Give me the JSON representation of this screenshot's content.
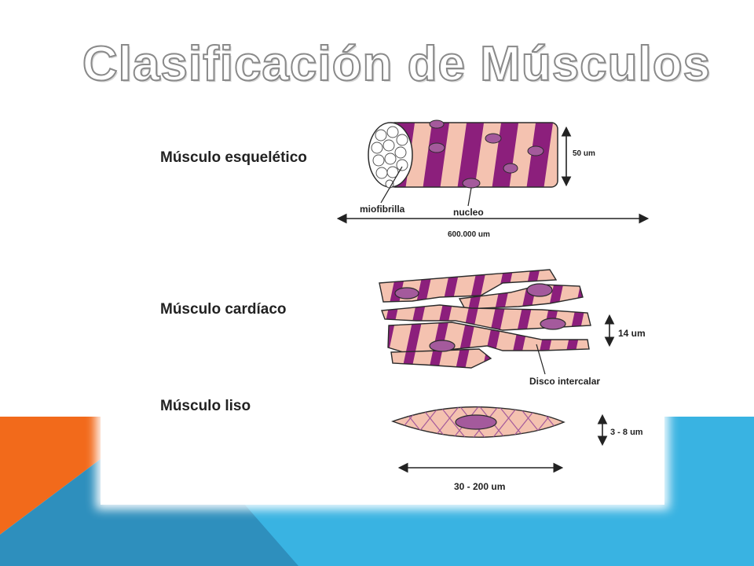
{
  "slide": {
    "title": "Clasificación de Músculos",
    "accent_orange": "#f26a1b",
    "accent_blue": "#39b3e2",
    "accent_blue_dark": "#2e8fbd"
  },
  "skeletal": {
    "label": "Músculo esquelético",
    "diameter": "50 um",
    "length": "600.000 um",
    "myofibril_label": "miofibrilla",
    "nucleus_label": "nucleo"
  },
  "cardiac": {
    "label": "Músculo cardíaco",
    "diameter": "14 um",
    "disc_label": "Disco intercalar"
  },
  "smooth": {
    "label": "Músculo liso",
    "diameter": "3 - 8 um",
    "length": "30 - 200 um"
  },
  "colors": {
    "fiber_pink": "#f4c2b0",
    "stripe_purple": "#8c1f7c",
    "nucleus_violet": "#a45a9c",
    "outline": "#2b2b2b"
  }
}
